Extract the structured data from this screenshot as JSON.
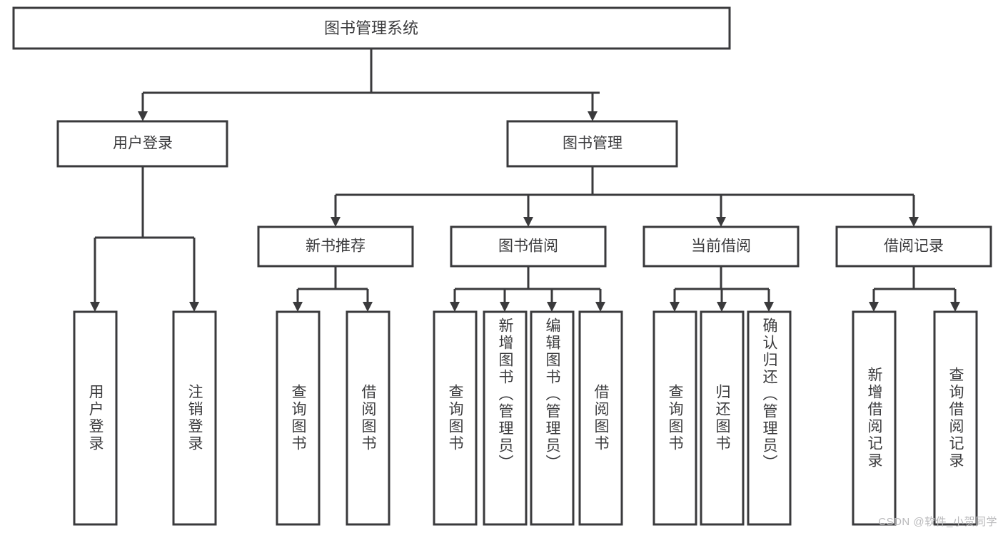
{
  "diagram": {
    "title": "图书管理系统",
    "type": "tree",
    "colors": {
      "box_stroke": "#3a3a3c",
      "box_fill": "#ffffff",
      "text": "#3b3b3d",
      "connector": "#3a3a3c",
      "background": "#ffffff",
      "watermark": "#b9b9bb"
    },
    "root": {
      "label": "图书管理系统"
    },
    "level2": [
      {
        "label": "用户登录"
      },
      {
        "label": "图书管理"
      }
    ],
    "level3": [
      {
        "label": "新书推荐"
      },
      {
        "label": "图书借阅"
      },
      {
        "label": "当前借阅"
      },
      {
        "label": "借阅记录"
      }
    ],
    "leaves": {
      "user_login": [
        {
          "label": "用户登录"
        },
        {
          "label": "注销登录"
        }
      ],
      "new_book": [
        {
          "label": "查询图书"
        },
        {
          "label": "借阅图书"
        }
      ],
      "book_borrow": [
        {
          "label": "查询图书"
        },
        {
          "label": "新增图书（管理员）"
        },
        {
          "label": "编辑图书（管理员）"
        },
        {
          "label": "借阅图书"
        }
      ],
      "current_borrow": [
        {
          "label": "查询图书"
        },
        {
          "label": "归还图书"
        },
        {
          "label": "确认归还（管理员）"
        }
      ],
      "borrow_record": [
        {
          "label": "新增借阅记录"
        },
        {
          "label": "查询借阅记录"
        }
      ]
    }
  },
  "watermark": {
    "text": "CSDN @软件_小贺同学"
  }
}
